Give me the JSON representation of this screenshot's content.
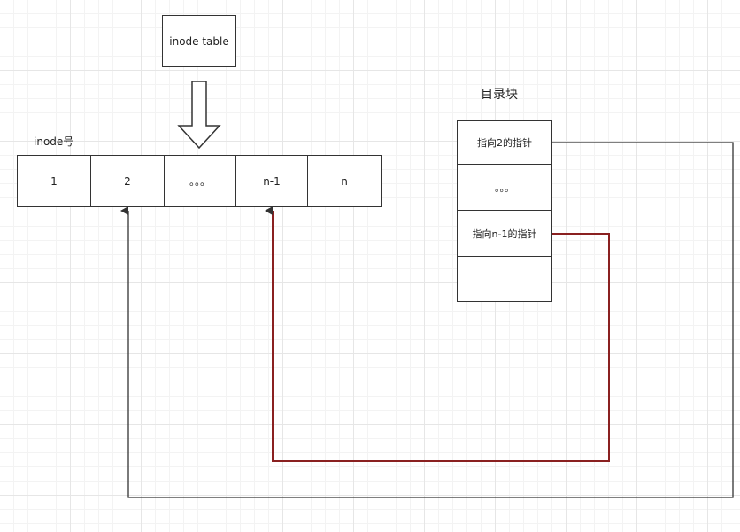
{
  "inode_table": {
    "label": "inode table"
  },
  "inode_array": {
    "title": "inode号",
    "cells": [
      "1",
      "2",
      "。。。",
      "n-1",
      "n"
    ]
  },
  "dir_block": {
    "title": "目录块",
    "rows": [
      "指向2的指针",
      "。。。",
      "指向n-1的指针",
      ""
    ]
  },
  "colors": {
    "line": "#333333",
    "highlight": "#8a2020"
  }
}
